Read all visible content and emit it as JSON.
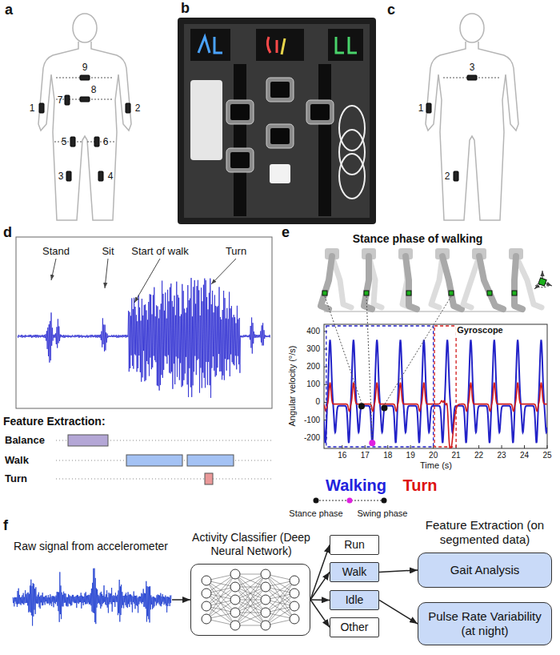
{
  "diagram": {
    "nodes": [
      {
        "text": [
          "Raw signal from accelerometer"
        ]
      },
      {
        "text": [
          "Activity Classifier (Deep Neural Network)"
        ]
      },
      {
        "text": [
          "Run"
        ]
      },
      {
        "text": [
          "Walk"
        ]
      },
      {
        "text": [
          "Idle"
        ]
      },
      {
        "text": [
          "Other"
        ]
      },
      {
        "text": [
          "Gait Analysis"
        ]
      },
      {
        "text": [
          "Pulse Rate Variability (at night)"
        ]
      }
    ],
    "edges": [
      {
        "from": 0,
        "to": 1,
        "arrow": "to"
      },
      {
        "from": 1,
        "to": 2,
        "arrow": "to"
      },
      {
        "from": 1,
        "to": 3,
        "arrow": "to"
      },
      {
        "from": 1,
        "to": 4,
        "arrow": "to"
      },
      {
        "from": 1,
        "to": 5,
        "arrow": "to"
      },
      {
        "from": 3,
        "to": 6,
        "arrow": "to"
      },
      {
        "from": 4,
        "to": 7,
        "arrow": "to"
      }
    ],
    "labels": [
      "a",
      "b",
      "c",
      "d",
      "e",
      "f",
      "1",
      "2",
      "3",
      "4",
      "5",
      "6",
      "7",
      "8",
      "9",
      "1",
      "2",
      "3",
      "Stand",
      "Sit",
      "Start of walk",
      "Turn",
      "Feature Extraction:",
      "Balance",
      "Walk",
      "Turn",
      "Stance phase of walking",
      "Gyroscope",
      "400",
      "300",
      "200",
      "100",
      "0",
      "-100",
      "-200",
      "16",
      "17",
      "18",
      "19",
      "20",
      "21",
      "22",
      "23",
      "24",
      "25",
      "Time (s)",
      "Angular velocity (°/s)",
      "Walking",
      "Turn",
      "Stance phase",
      "Swing phase",
      "Feature Extraction (on segmented data)"
    ]
  }
}
